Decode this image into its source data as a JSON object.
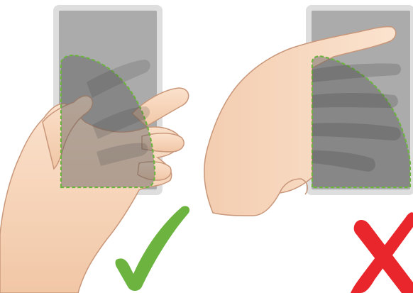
{
  "panels": [
    {
      "id": "correct-grip",
      "verdict": "correct",
      "verdict_icon": "checkmark-icon",
      "verdict_color": "#6cb33f"
    },
    {
      "id": "incorrect-grip",
      "verdict": "incorrect",
      "verdict_icon": "cross-icon",
      "verdict_color": "#e8262c"
    }
  ],
  "colors": {
    "phone_frame": "#dcdcdc",
    "phone_screen": "#a9a9a9",
    "thumb_zone_outline": "#6cb33f",
    "skin": "#f7d4b8",
    "skin_outline": "#b88662"
  }
}
